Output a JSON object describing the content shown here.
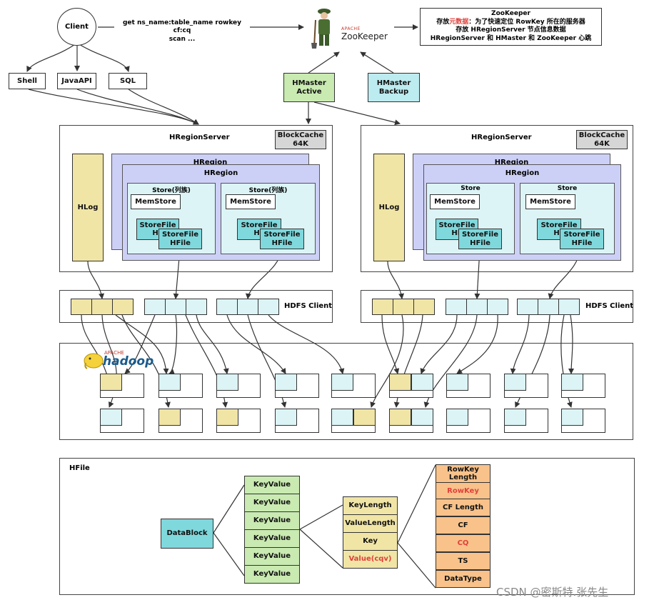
{
  "client": {
    "label": "Client"
  },
  "clients": [
    "Shell",
    "JavaAPI",
    "SQL"
  ],
  "command": {
    "line1": "get ns_name:table_name rowkey cf:cq",
    "line2": "scan ..."
  },
  "zookeeper": {
    "logo_small": "APACHE",
    "logo_text": "ZooKeeper",
    "note_title": "ZooKeeper",
    "note_line1_pre": "存放",
    "note_line1_red": "元数据",
    "note_line1_post": "：为了快速定位 RowKey 所在的服务器",
    "note_line2": "存放 HRegionServer 节点信息数据",
    "note_line3": "HRegionServer 和 HMaster 和 ZooKeeper 心跳"
  },
  "hmaster_active": {
    "line1": "HMaster",
    "line2": "Active"
  },
  "hmaster_backup": {
    "line1": "HMaster",
    "line2": "Backup"
  },
  "region_servers": [
    {
      "title": "HRegionServer",
      "blockcache_line1": "BlockCache",
      "blockcache_line2": "64K",
      "hlog": "HLog",
      "region_back": "HRegion",
      "region_front": "HRegion",
      "stores": [
        {
          "title": "Store(列族)",
          "memstore": "MemStore",
          "sf1": "StoreFile",
          "sf1b": "HF",
          "sf2a": "StoreFile",
          "sf2b": "HFile"
        },
        {
          "title": "Store(列族)",
          "memstore": "MemStore",
          "sf1": "StoreFile",
          "sf1b": "HF",
          "sf2a": "StoreFile",
          "sf2b": "HFile"
        }
      ],
      "hdfs_client": "HDFS Client"
    },
    {
      "title": "HRegionServer",
      "blockcache_line1": "BlockCache",
      "blockcache_line2": "64K",
      "hlog": "HLog",
      "region_back": "HRegion",
      "region_front": "HRegion",
      "stores": [
        {
          "title": "Store",
          "memstore": "MemStore",
          "sf1": "StoreFile",
          "sf1b": "HF",
          "sf2a": "StoreFile",
          "sf2b": "HFile"
        },
        {
          "title": "Store",
          "memstore": "MemStore",
          "sf1": "StoreFile",
          "sf1b": "HF",
          "sf2a": "StoreFile",
          "sf2b": "HFile"
        }
      ],
      "hdfs_client": "HDFS Client"
    }
  ],
  "hadoop": {
    "small": "APACHE",
    "logo": "hadoop"
  },
  "hfile": {
    "title": "HFile",
    "datablock": "DataBlock",
    "keyvalues": [
      "KeyValue",
      "KeyValue",
      "KeyValue",
      "KeyValue",
      "KeyValue",
      "KeyValue"
    ],
    "kv_parts": [
      "KeyLength",
      "ValueLength",
      "Key",
      "Value(cqv)"
    ],
    "key_parts": [
      "RowKey Length",
      "RowKey",
      "CF Length",
      "CF",
      "CQ",
      "TS",
      "DataType"
    ]
  },
  "watermark": "CSDN @密斯特.张先生",
  "colors": {
    "yellow": "#f1e5a6",
    "cyan": "#bcebf0",
    "lilac": "#cdd0f6",
    "orange": "#f8c28a",
    "green": "#c9eab1",
    "red": "#e0403b"
  }
}
